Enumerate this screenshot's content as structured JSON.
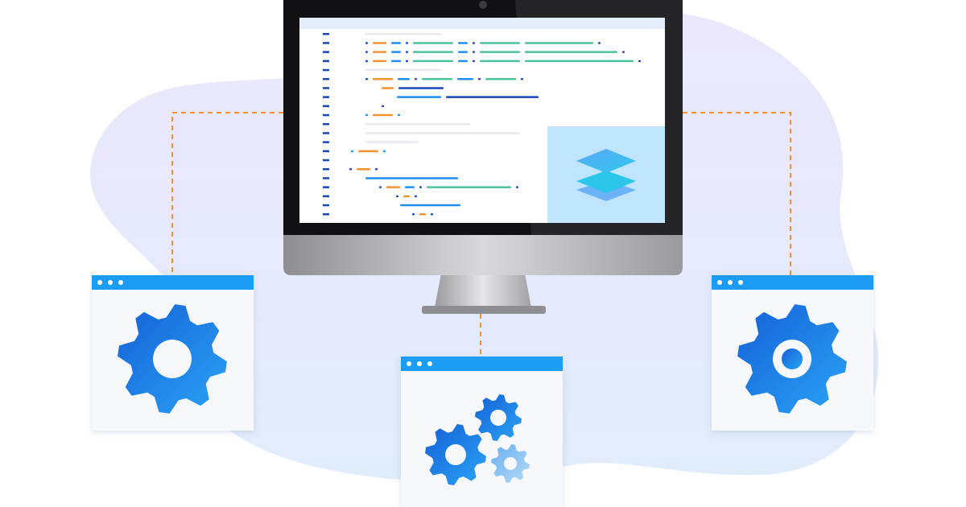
{
  "colors": {
    "background": "#ffffff",
    "blob_top": "#ebe7fb",
    "blob_bottom": "#e2ecfb",
    "connector": "#f0913a",
    "window_titlebar": "#1c9df5",
    "window_body": "#f6f8fb",
    "gear_dark": "#1560d6",
    "gear_light": "#2aa4f6",
    "gear_pale": "#8cc4f4",
    "screen_panel": "#bfe4fb",
    "code_blue": "#1f8ef0",
    "code_navy": "#1846b4",
    "code_orange": "#f29233",
    "code_green": "#4cc498",
    "code_gray": "#e6e9ee"
  },
  "icons": {
    "monitor": "desktop-monitor-icon",
    "layers": "layers-icon",
    "left_window": "gear-icon",
    "right_window": "gear-icon",
    "center_window": "gears-cluster-icon"
  },
  "windows": [
    {
      "id": "left",
      "icon": "gear-icon"
    },
    {
      "id": "center",
      "icon": "gears-cluster-icon"
    },
    {
      "id": "right",
      "icon": "gear-icon"
    }
  ]
}
